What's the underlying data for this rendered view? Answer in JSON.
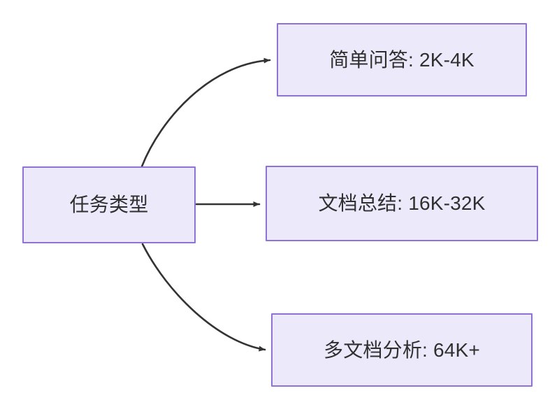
{
  "diagram": {
    "type": "flowchart",
    "direction": "left-to-right",
    "background_color": "#ffffff",
    "node_fill_color": "#eceafa",
    "node_border_color": "#8e72d6",
    "node_text_color": "#2f2f2f",
    "edge_color": "#333333",
    "root": {
      "id": "root",
      "label": "任务类型"
    },
    "branches": [
      {
        "id": "simple-qa",
        "label": "简单问答: 2K-4K",
        "task": "简单问答",
        "context_length": "2K-4K",
        "edge_style": "curved-up",
        "arrowhead": "filled-triangle"
      },
      {
        "id": "doc-summary",
        "label": "文档总结: 16K-32K",
        "task": "文档总结",
        "context_length": "16K-32K",
        "edge_style": "straight",
        "arrowhead": "filled-triangle"
      },
      {
        "id": "multi-doc",
        "label": "多文档分析: 64K+",
        "task": "多文档分析",
        "context_length": "64K+",
        "edge_style": "curved-down",
        "arrowhead": "filled-triangle"
      }
    ]
  }
}
